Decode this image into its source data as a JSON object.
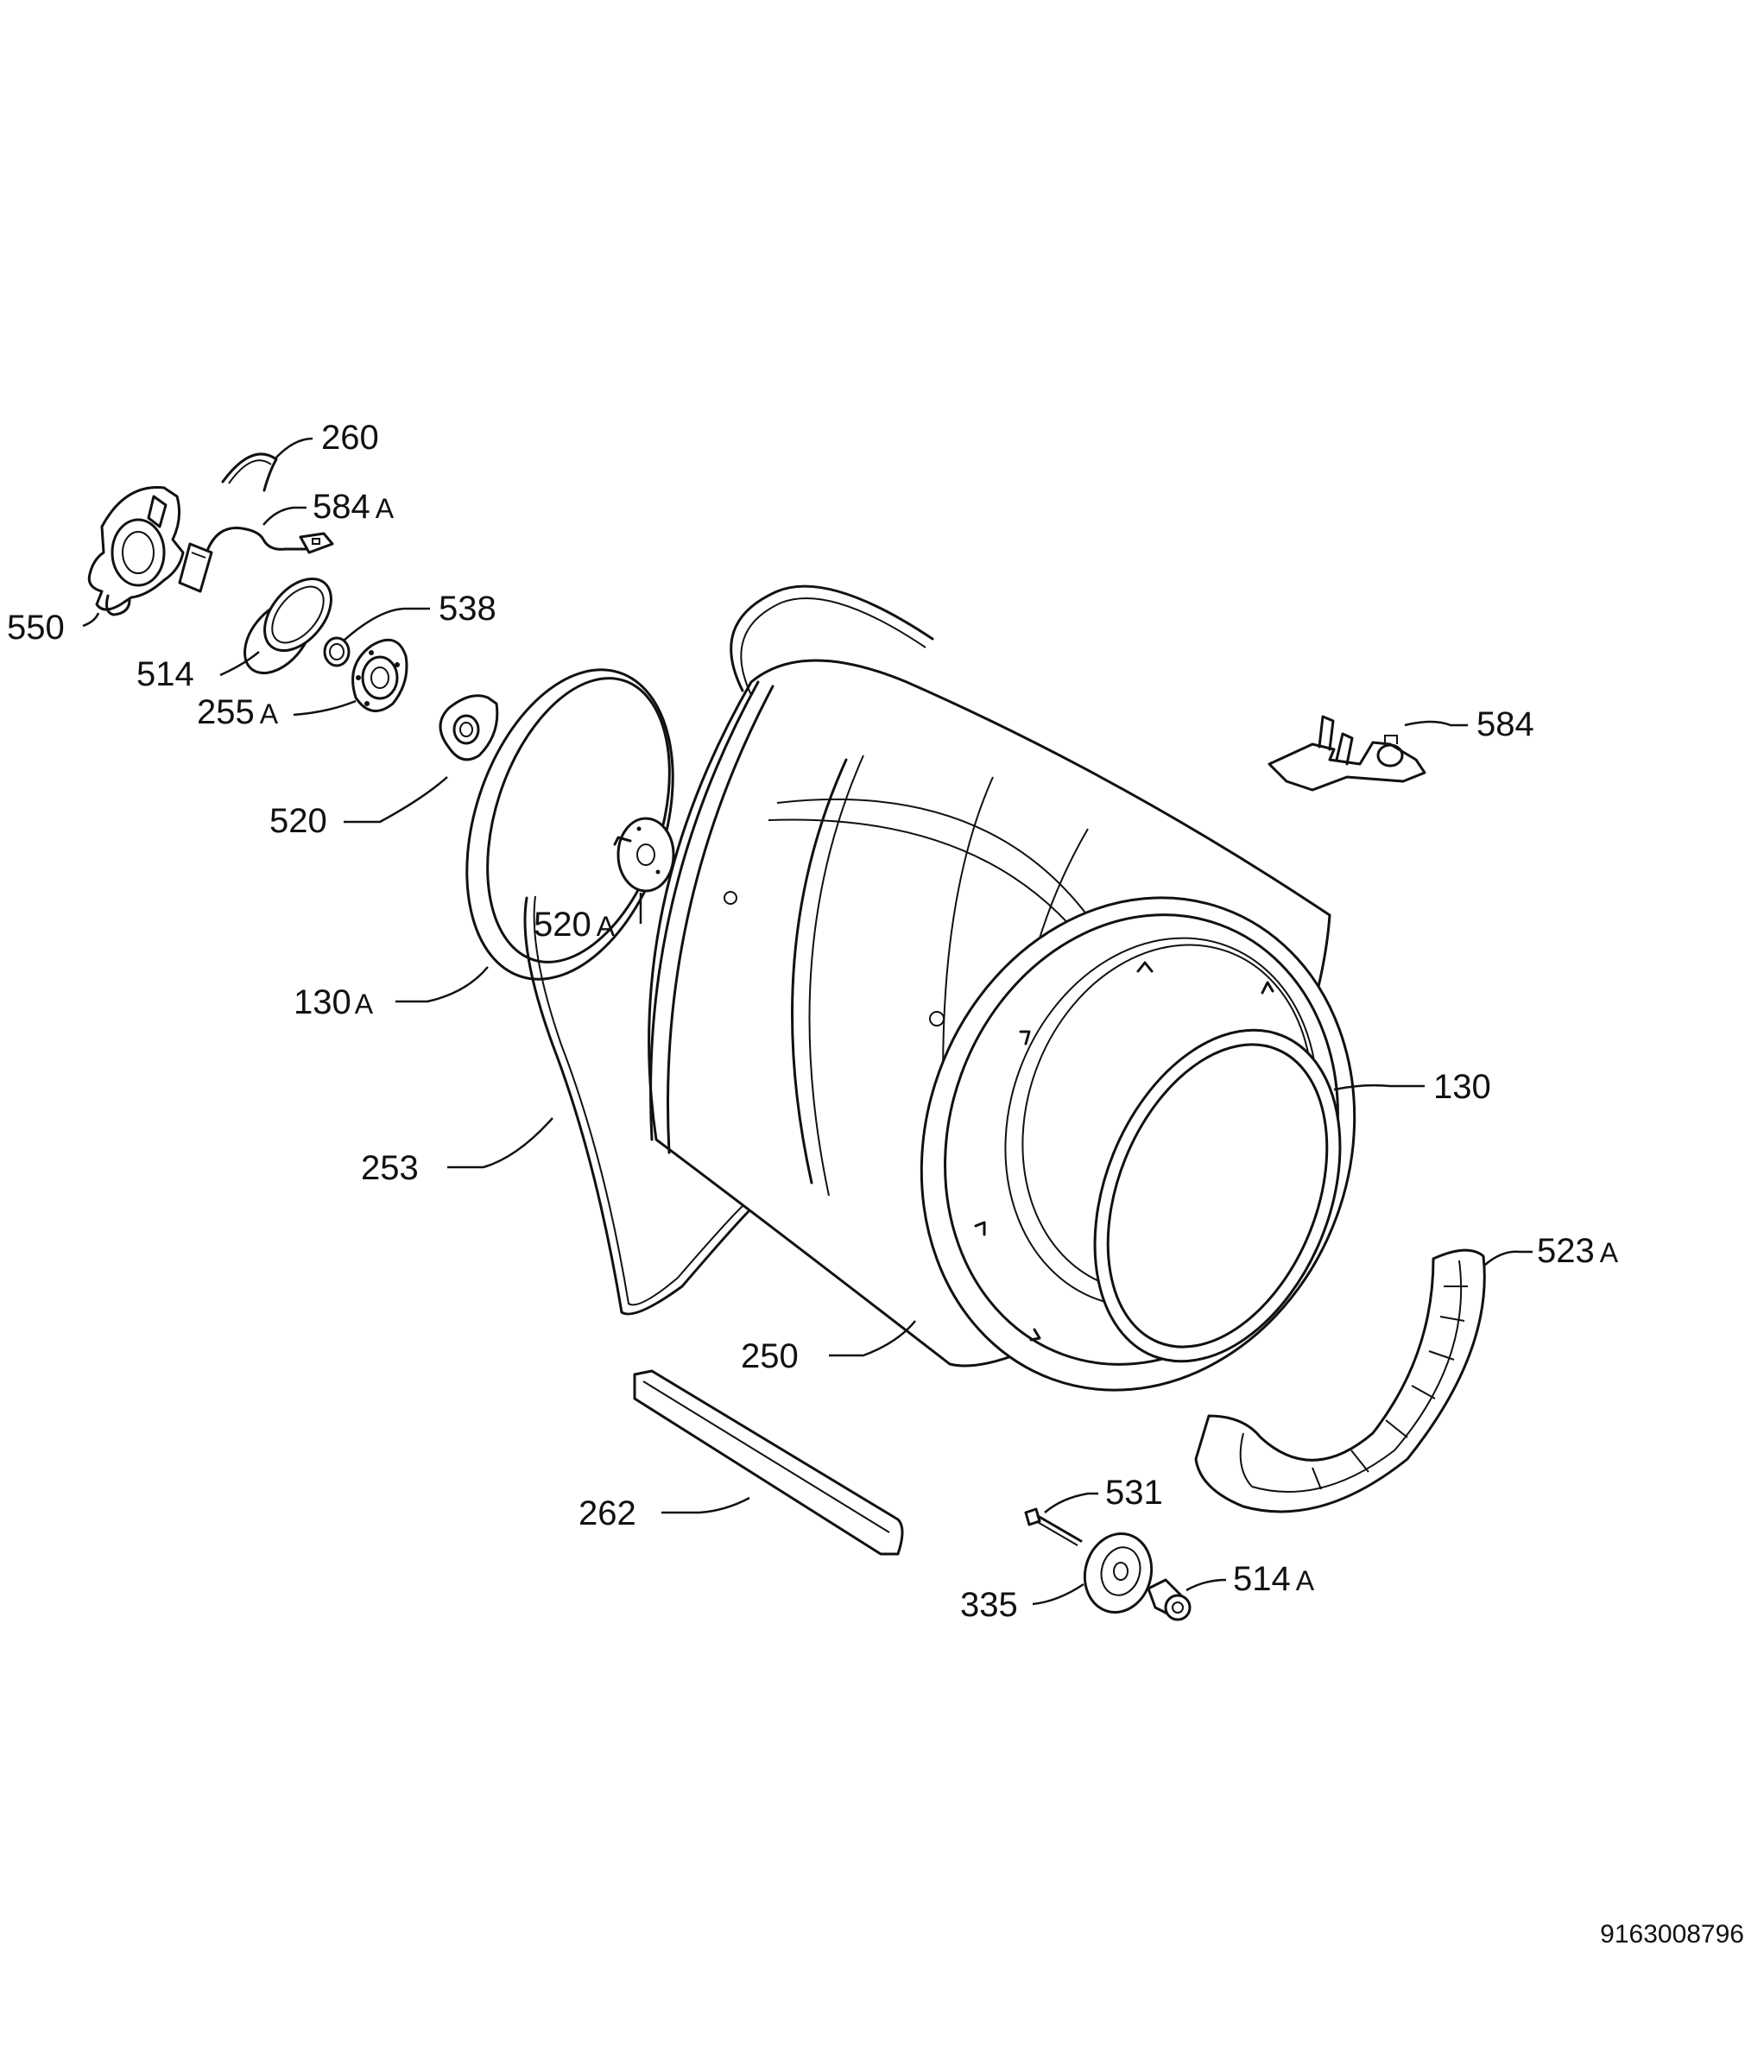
{
  "document_number": "9163008796",
  "callouts": [
    {
      "id": "c260",
      "num": "260",
      "suffix": ""
    },
    {
      "id": "c584a",
      "num": "584",
      "suffix": "A"
    },
    {
      "id": "c550",
      "num": "550",
      "suffix": ""
    },
    {
      "id": "c538",
      "num": "538",
      "suffix": ""
    },
    {
      "id": "c514",
      "num": "514",
      "suffix": ""
    },
    {
      "id": "c255a",
      "num": "255",
      "suffix": "A"
    },
    {
      "id": "c520",
      "num": "520",
      "suffix": ""
    },
    {
      "id": "c520a",
      "num": "520",
      "suffix": "A"
    },
    {
      "id": "c130a",
      "num": "130",
      "suffix": "A"
    },
    {
      "id": "c584",
      "num": "584",
      "suffix": ""
    },
    {
      "id": "c253",
      "num": "253",
      "suffix": ""
    },
    {
      "id": "c130",
      "num": "130",
      "suffix": ""
    },
    {
      "id": "c523a",
      "num": "523",
      "suffix": "A"
    },
    {
      "id": "c250",
      "num": "250",
      "suffix": ""
    },
    {
      "id": "c262",
      "num": "262",
      "suffix": ""
    },
    {
      "id": "c531",
      "num": "531",
      "suffix": ""
    },
    {
      "id": "c335",
      "num": "335",
      "suffix": ""
    },
    {
      "id": "c514a",
      "num": "514",
      "suffix": "A"
    }
  ]
}
